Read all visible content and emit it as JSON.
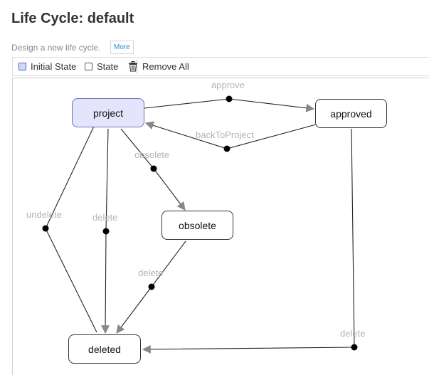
{
  "page": {
    "title": "Life Cycle: default",
    "description": "Design a new life cycle.",
    "more_label": "More"
  },
  "toolbar": {
    "initial_state": "Initial State",
    "state": "State",
    "remove_all": "Remove All"
  },
  "diagram": {
    "states": {
      "project": "project",
      "approved": "approved",
      "obsolete": "obsolete",
      "deleted": "deleted"
    },
    "transitions": {
      "approve": "approve",
      "back_to_project": "backToProject",
      "obsolete": "obsolete",
      "undelete": "undelete",
      "delete_project": "delete",
      "delete_obsolete": "delete",
      "delete_approved": "delete"
    }
  }
}
